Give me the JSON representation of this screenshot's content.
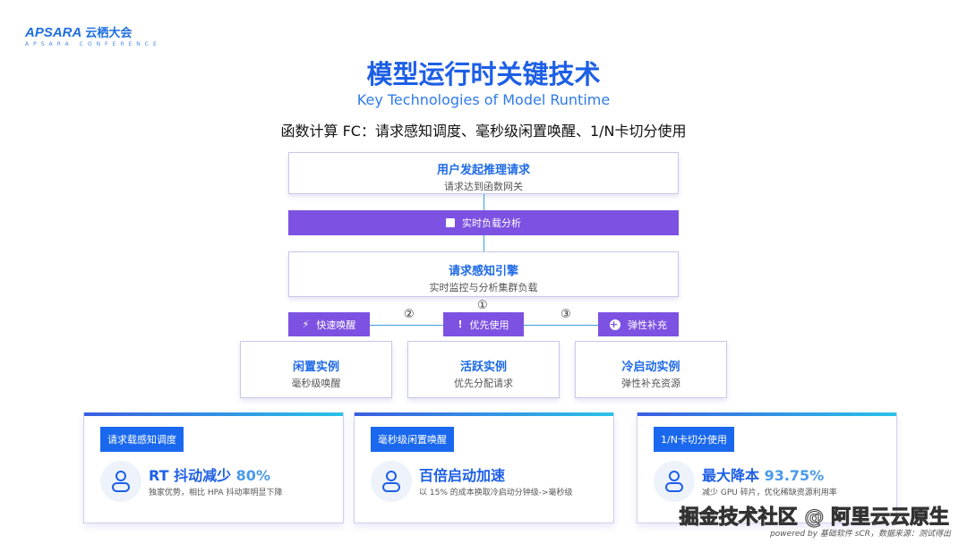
{
  "logo": {
    "brand": "APSARA",
    "cn": "云栖大会",
    "sub": "APSARA CONFERENCE"
  },
  "title": "模型运行时关键技术",
  "subtitle": "Key Technologies of Model Runtime",
  "headline": "函数计算 FC：请求感知调度、毫秒级闲置唤醒、1/N卡切分使用",
  "flow": {
    "request": {
      "title": "用户发起推理请求",
      "desc": "请求达到函数网关"
    },
    "analysis": "实时负载分析",
    "engine": {
      "title": "请求感知引擎",
      "desc": "实时监控与分析集群负载"
    },
    "steps": [
      "①",
      "②",
      "③"
    ],
    "pills": [
      {
        "label": "快速唤醒",
        "icon": "lightning-icon"
      },
      {
        "label": "优先使用",
        "icon": "exclamation-icon"
      },
      {
        "label": "弹性补充",
        "icon": "plus-circle-icon"
      }
    ],
    "instances": [
      {
        "title": "闲置实例",
        "desc": "毫秒级唤醒"
      },
      {
        "title": "活跃实例",
        "desc": "优先分配请求"
      },
      {
        "title": "冷启动实例",
        "desc": "弹性补充资源"
      }
    ]
  },
  "cards": [
    {
      "tag": "请求载感知调度",
      "big": "RT 抖动减少 ",
      "hl": "80%",
      "desc": "独家优势，相比 HPA 抖动率明显下降"
    },
    {
      "tag": "毫秒级闲置唤醒",
      "big": "百倍启动加速",
      "hl": "",
      "desc": "以 15% 的成本换取冷启动分钟级->毫秒级"
    },
    {
      "tag": "1/N卡切分使用",
      "big": "最大降本 ",
      "hl": "93.75%",
      "desc": "减少 GPU 碎片，优化稀缺资源利用率"
    }
  ],
  "watermark": "掘金技术社区 @ 阿里云云原生",
  "powered": "powered by 基础软件 sCR，数据来源：测试得出",
  "colors": {
    "blue": "#1d5fe6",
    "purple": "#7d52e2",
    "tag": "#1a68ee"
  }
}
